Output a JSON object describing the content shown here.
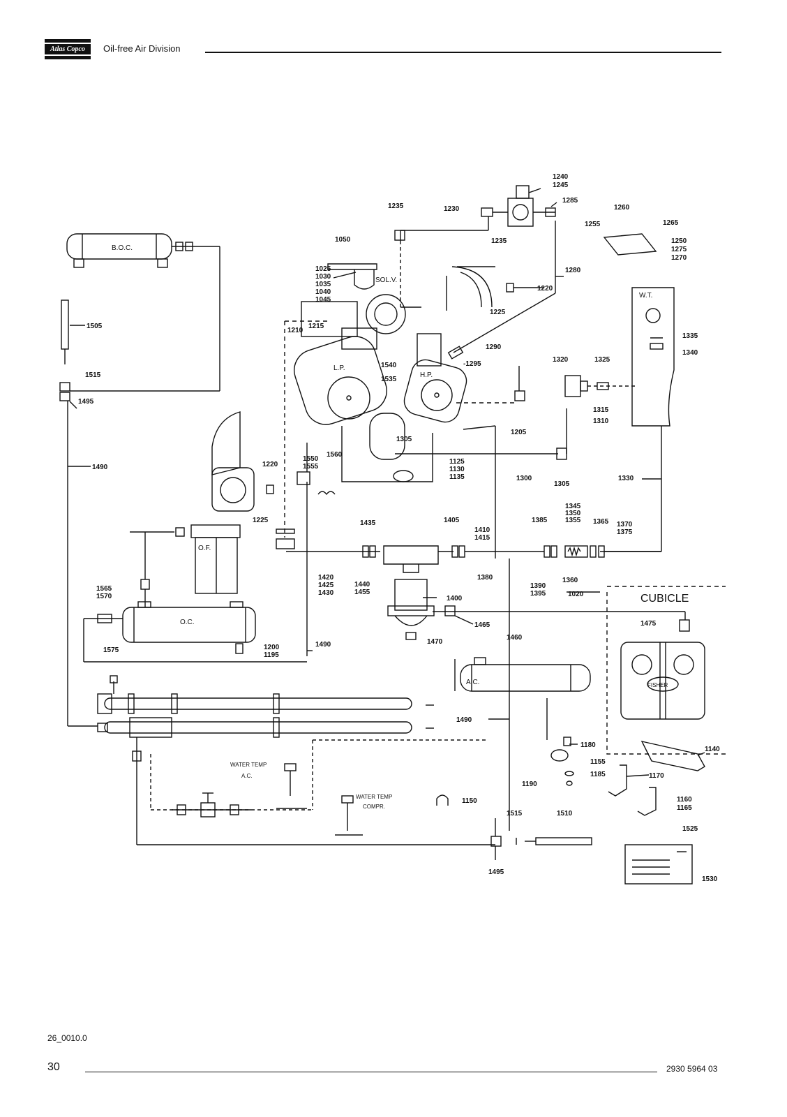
{
  "header": {
    "brand": "Atlas Copco",
    "division": "Oil-free Air Division"
  },
  "footer": {
    "doc_code": "26_0010.0",
    "page_number": "30",
    "part_number": "2930 5964 03"
  },
  "components": {
    "boc": "B.O.C.",
    "solv": "SOL.V.",
    "lp": "L.P.",
    "hp": "H.P.",
    "wt": "W.T.",
    "of": "O.F.",
    "oc": "O.C.",
    "ac": "A.C.",
    "cubicle": "CUBICLE",
    "water_temp_ac_1": "WATER TEMP",
    "water_temp_ac_2": "A.C.",
    "water_temp_compr_1": "WATER TEMP",
    "water_temp_compr_2": "COMPR.",
    "fisher": "FISHER"
  },
  "labels": {
    "l1240": "1240",
    "l1245": "1245",
    "l1235a": "1235",
    "l1230": "1230",
    "l1235b": "1235",
    "l1285": "1285",
    "l1260": "1260",
    "l1255": "1255",
    "l1265": "1265",
    "l1250": "1250",
    "l1275": "1275",
    "l1270": "1270",
    "l1050": "1050",
    "l1025": "1025",
    "l1030": "1030",
    "l1035": "1035",
    "l1040": "1040",
    "l1045": "1045",
    "l1280": "1280",
    "l1220a": "1220",
    "l1225a": "1225",
    "l1505": "1505",
    "l1515a": "1515",
    "l1495a": "1495",
    "l1210": "1210",
    "l1215": "1215",
    "l1290": "1290",
    "l1295": "-1295",
    "l1540": "1540",
    "l1535": "1535",
    "l1335": "1335",
    "l1340": "1340",
    "l1320": "1320",
    "l1325": "1325",
    "l1205": "1205",
    "l1315": "1315",
    "l1310": "1310",
    "l1305a": "1305",
    "l1560": "1560",
    "l1550": "1550",
    "l1555": "1555",
    "l1490a": "1490",
    "l1220b": "1220",
    "l1225b": "1225",
    "l1125": "1125",
    "l1130": "1130",
    "l1135": "1135",
    "l1300": "1300",
    "l1305b": "1305",
    "l1330": "1330",
    "l1345": "1345",
    "l1350": "1350",
    "l1355": "1355",
    "l1385": "1385",
    "l1365": "1365",
    "l1370": "1370",
    "l1375": "1375",
    "l1435": "1435",
    "l1405": "1405",
    "l1410": "1410",
    "l1415": "1415",
    "l1420": "1420",
    "l1425": "1425",
    "l1430": "1430",
    "l1440": "1440",
    "l1455": "1455",
    "l1380": "1380",
    "l1390": "1390",
    "l1395": "1395",
    "l1360": "1360",
    "l1020": "1020",
    "l1565": "1565",
    "l1570": "1570",
    "l1575": "1575",
    "l1400": "1400",
    "l1465": "1465",
    "l1470": "1470",
    "l1460": "1460",
    "l1475": "1475",
    "l1200": "1200",
    "l1195": "1195",
    "l1490b": "1490",
    "l1490c": "1490",
    "l1180": "1180",
    "l1140": "1140",
    "l1155": "1155",
    "l1185": "1185",
    "l1190": "1190",
    "l1170": "1170",
    "l1160": "1160",
    "l1165": "1165",
    "l1150": "1150",
    "l1515b": "1515",
    "l1510": "1510",
    "l1525": "1525",
    "l1495b": "1495",
    "l1530": "1530"
  }
}
